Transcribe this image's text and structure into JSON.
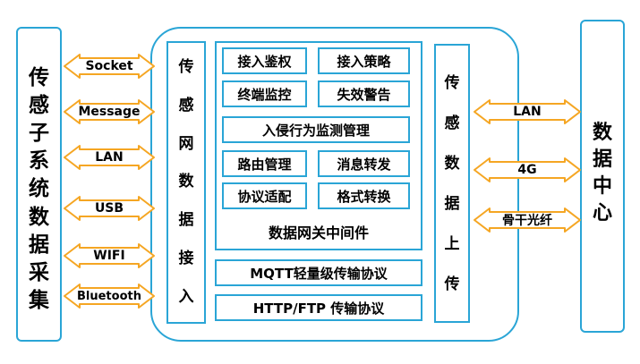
{
  "left_panel": {
    "label": "传感子系统数据采集"
  },
  "left_arrows": [
    "Socket",
    "Message",
    "LAN",
    "USB",
    "WIFI",
    "Bluetooth"
  ],
  "access_column": {
    "label": "传感网数据接入"
  },
  "middleware": {
    "cells": [
      "接入鉴权",
      "接入策略",
      "终端监控",
      "失效警告",
      "入侵行为监测管理",
      "路由管理",
      "消息转发",
      "协议适配",
      "格式转换"
    ],
    "caption": "数据网关中间件"
  },
  "protocols": [
    "MQTT轻量级传输协议",
    "HTTP/FTP 传输协议"
  ],
  "upload_column": {
    "label": "传感数据上传"
  },
  "right_arrows": [
    "LAN",
    "4G",
    "骨干光纤"
  ],
  "data_center": {
    "label": "数据中心"
  },
  "colors": {
    "border": "#2aa5d6",
    "arrow_fill": "#ffffff",
    "arrow_stroke": "#f5a623"
  }
}
